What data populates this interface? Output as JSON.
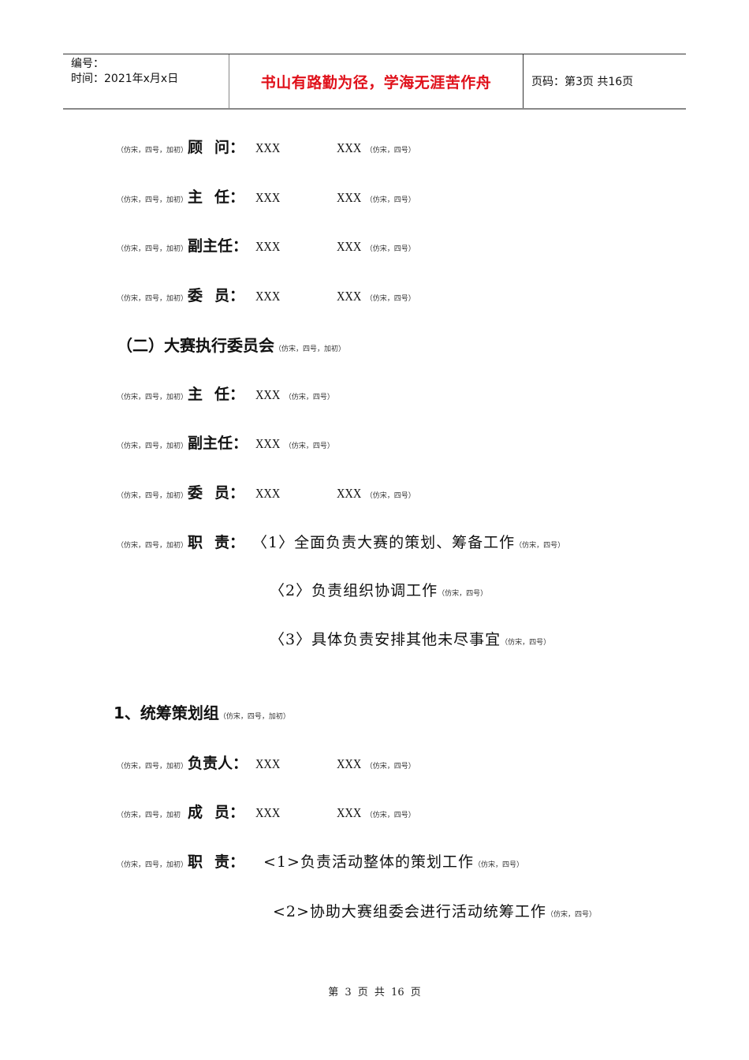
{
  "header": {
    "number_label": "编号：",
    "time_label": "时间：2021年x月x日",
    "motto": "书山有路勤为径，学海无涯苦作舟",
    "page_info": "页码：第3页  共16页",
    "motto_color": "#e0101a"
  },
  "committee1": {
    "rows": [
      {
        "note": "（仿宋，四号，加初）",
        "label_a": "顾",
        "label_b": "问：",
        "val1": "XXX",
        "val2": "XXX",
        "note2": "（仿宋，四号）"
      },
      {
        "note": "（仿宋，四号，加初）",
        "label_a": "主",
        "label_b": "任：",
        "val1": "XXX",
        "val2": "XXX",
        "note2": "（仿宋，四号）"
      },
      {
        "note": "（仿宋，四号，加初）",
        "label_a": "副主",
        "label_b": "任：",
        "val1": "XXX",
        "val2": "XXX",
        "note2": "（仿宋，四号）"
      },
      {
        "note": "（仿宋，四号，加初）",
        "label_a": "委",
        "label_b": "员：",
        "val1": "XXX",
        "val2": "XXX",
        "note2": "（仿宋，四号）"
      }
    ]
  },
  "section2": {
    "title": "（二）大赛执行委员会",
    "note": "（仿宋，四号，加初）",
    "rows": [
      {
        "note": "（仿宋，四号，加初）",
        "label_a": "主",
        "label_b": "任：",
        "val1": "XXX",
        "note2": "（仿宋，四号）"
      },
      {
        "note": "（仿宋，四号，加初）",
        "label_a": "副主",
        "label_b": "任：",
        "val1": "XXX",
        "note2": "（仿宋，四号）"
      },
      {
        "note": "（仿宋，四号，加初）",
        "label_a": "委",
        "label_b": "员：",
        "val1": "XXX",
        "val2": "XXX",
        "note2": "（仿宋，四号）"
      }
    ],
    "duty": {
      "note": "（仿宋，四号，加初）",
      "label_a": "职",
      "label_b": "责：",
      "items": [
        {
          "text": "〈1〉全面负责大赛的策划、筹备工作",
          "note": "（仿宋，四号）"
        },
        {
          "text": "〈2〉负责组织协调工作",
          "note": "（仿宋，四号）"
        },
        {
          "text": "〈3〉具体负责安排其他未尽事宜",
          "note": "（仿宋，四号）"
        }
      ]
    }
  },
  "group1": {
    "title": "1、统筹策划组",
    "note": "（仿宋，四号，加初）",
    "leader": {
      "note": "（仿宋，四号，加初）",
      "label": "负责人：",
      "val1": "XXX",
      "val2": "XXX",
      "note2": "（仿宋，四号）"
    },
    "members": {
      "note": "（仿宋，四号，加初",
      "label_a": "成",
      "label_b": "员：",
      "val1": "XXX",
      "val2": "XXX",
      "note2": "（仿宋，四号）"
    },
    "duty": {
      "note": "（仿宋，四号，加初）",
      "label_a": "职",
      "label_b": "责：",
      "items": [
        {
          "text": "<1>负责活动整体的策划工作",
          "note": "（仿宋，四号）"
        },
        {
          "text": "<2>协助大赛组委会进行活动统筹工作",
          "note": "（仿宋，四号）"
        }
      ]
    }
  },
  "footer": {
    "text": "第 3 页 共 16 页"
  }
}
